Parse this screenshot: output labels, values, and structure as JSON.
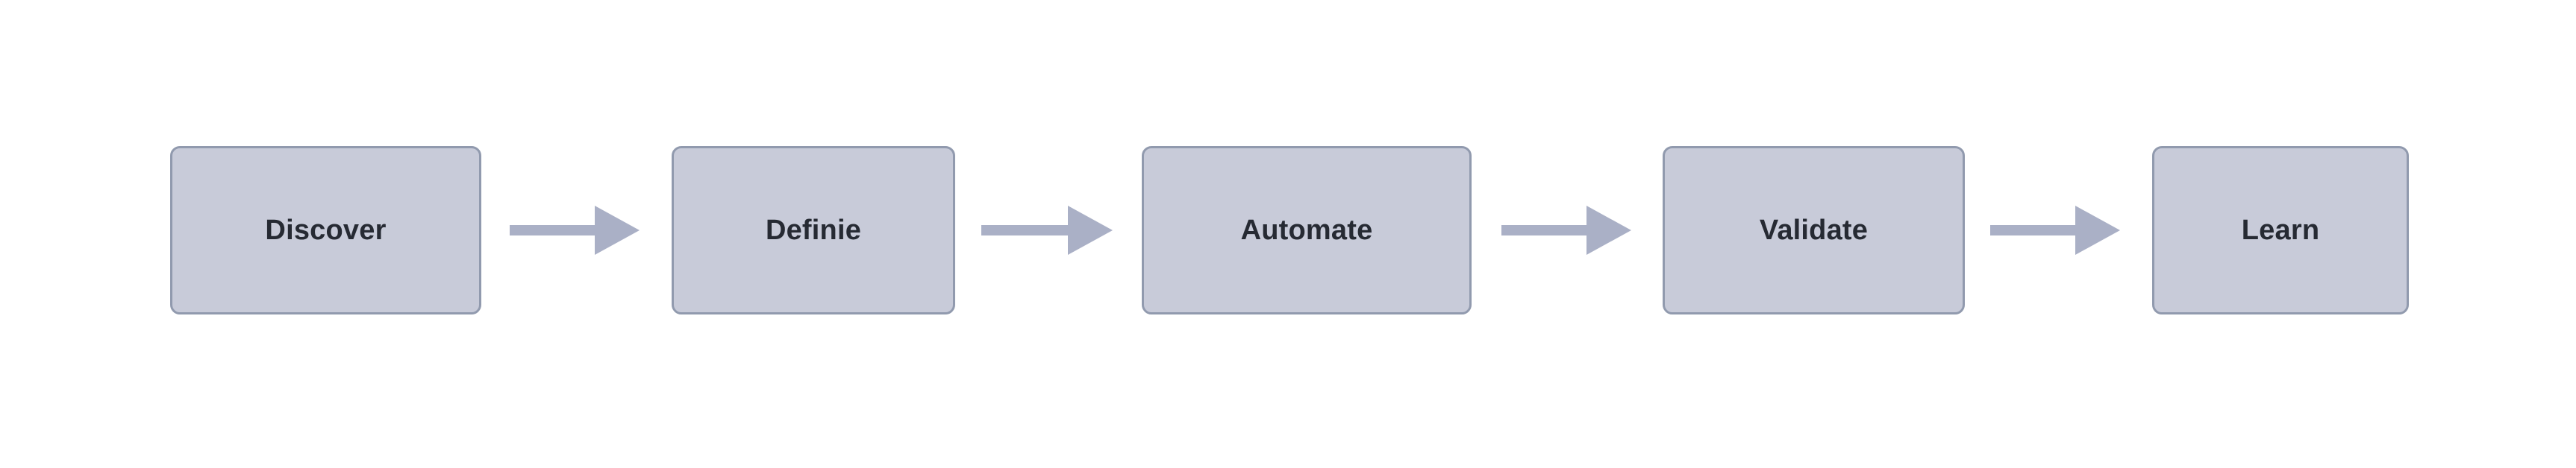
{
  "diagram": {
    "type": "linear-process-flow",
    "orientation": "horizontal",
    "background_color": "#ffffff",
    "node_fill_color": "#c8cbd9",
    "node_border_color": "#919aae",
    "node_text_color": "#262a33",
    "arrow_color": "#aab0c6",
    "nodes": [
      {
        "id": "discover",
        "label": "Discover"
      },
      {
        "id": "definie",
        "label": "Definie"
      },
      {
        "id": "automate",
        "label": "Automate"
      },
      {
        "id": "validate",
        "label": "Validate"
      },
      {
        "id": "learn",
        "label": "Learn"
      }
    ],
    "connectors": [
      {
        "id": "arrow-discover-definie",
        "icon": "arrow-right-icon",
        "from": "discover",
        "to": "definie"
      },
      {
        "id": "arrow-definie-automate",
        "icon": "arrow-right-icon",
        "from": "definie",
        "to": "automate"
      },
      {
        "id": "arrow-automate-validate",
        "icon": "arrow-right-icon",
        "from": "automate",
        "to": "validate"
      },
      {
        "id": "arrow-validate-learn",
        "icon": "arrow-right-icon",
        "from": "validate",
        "to": "learn"
      }
    ]
  }
}
